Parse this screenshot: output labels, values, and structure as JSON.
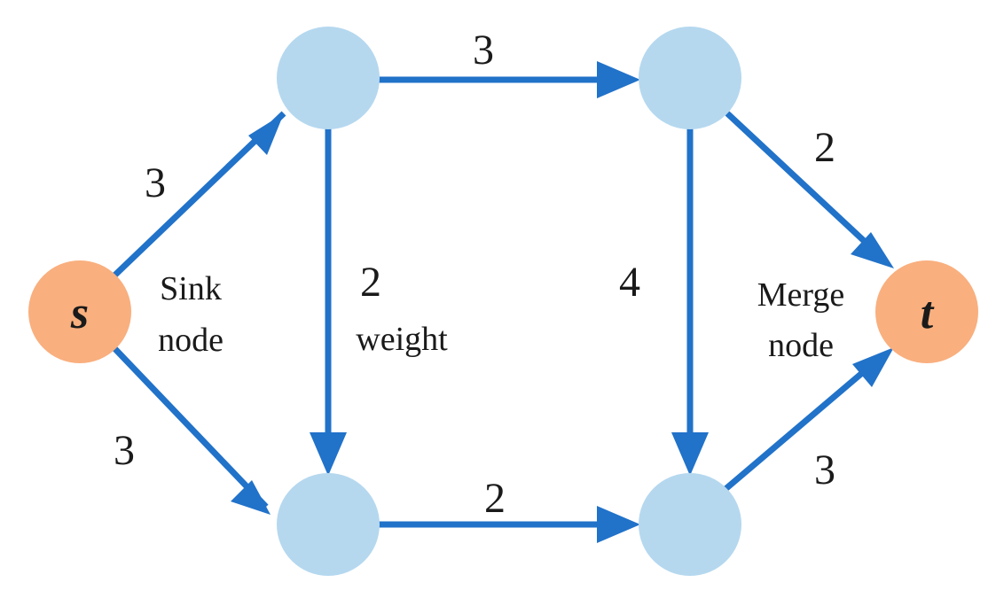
{
  "colors": {
    "edge": "#2172C9",
    "node_inner": "#B5D8EF",
    "node_terminal": "#F9AF7E"
  },
  "nodes": {
    "source": {
      "label": "s"
    },
    "sink": {
      "label": "t"
    }
  },
  "edges": {
    "s_to_top_left": "3",
    "s_to_bottom_left": "3",
    "top_left_to_top_right": "3",
    "top_left_to_bottom_left": "2",
    "bottom_left_to_bottom_right": "2",
    "top_right_to_bottom_right": "4",
    "top_right_to_t": "2",
    "bottom_right_to_t": "3"
  },
  "annotations": {
    "sink_node_line1": "Sink",
    "sink_node_line2": "node",
    "weight": "weight",
    "merge_node_line1": "Merge",
    "merge_node_line2": "node"
  }
}
